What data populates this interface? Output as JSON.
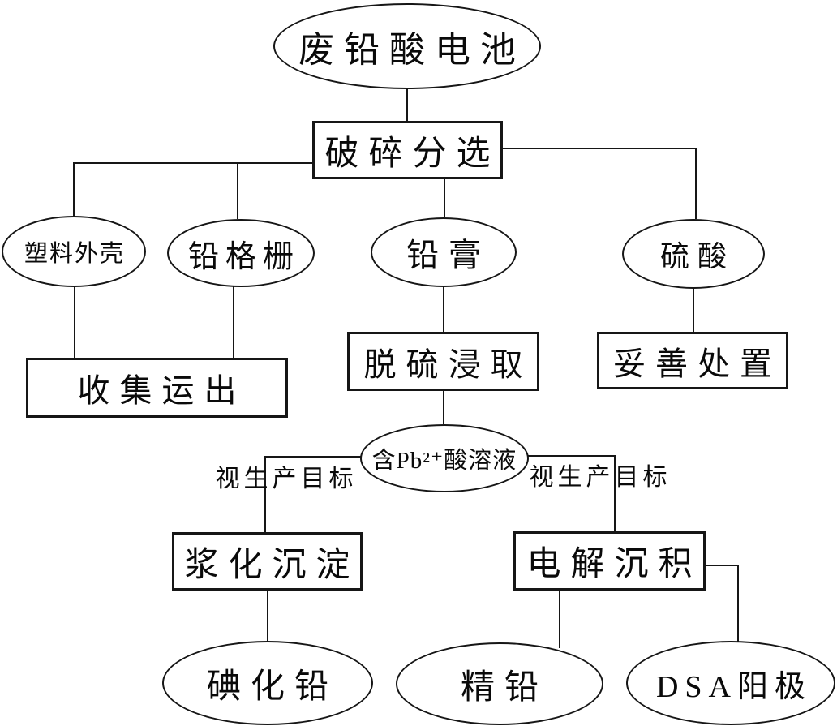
{
  "diagram": {
    "description": "Flowchart of waste lead-acid battery recycling process",
    "nodes": {
      "waste_battery": {
        "label": "废铅酸电池",
        "shape": "ellipse"
      },
      "crush_sort": {
        "label": "破碎分选",
        "shape": "rect"
      },
      "plastic_shell": {
        "label": "塑料外壳",
        "shape": "ellipse"
      },
      "lead_grid": {
        "label": "铅格栅",
        "shape": "ellipse"
      },
      "lead_paste": {
        "label": "铅膏",
        "shape": "ellipse"
      },
      "sulfuric_acid": {
        "label": "硫酸",
        "shape": "ellipse"
      },
      "collect_transport": {
        "label": "收集运出",
        "shape": "rect"
      },
      "desulfurization_leaching": {
        "label": "脱硫浸取",
        "shape": "rect"
      },
      "proper_disposal": {
        "label": "妥善处置",
        "shape": "rect"
      },
      "pb_solution": {
        "label": "含Pb²⁺酸溶液",
        "shape": "ellipse"
      },
      "slurry_precipitation": {
        "label": "浆化沉淀",
        "shape": "rect"
      },
      "electrodeposition": {
        "label": "电解沉积",
        "shape": "rect"
      },
      "lead_iodide": {
        "label": "碘化铅",
        "shape": "ellipse"
      },
      "refined_lead": {
        "label": "精铅",
        "shape": "ellipse"
      },
      "dsa_anode": {
        "label": "DSA阳极",
        "shape": "ellipse"
      }
    },
    "edge_labels": {
      "left": "视生产目标",
      "right": "视生产目标"
    },
    "edges": [
      {
        "from": "waste_battery",
        "to": "crush_sort"
      },
      {
        "from": "crush_sort",
        "to": "plastic_shell"
      },
      {
        "from": "crush_sort",
        "to": "lead_grid"
      },
      {
        "from": "crush_sort",
        "to": "lead_paste"
      },
      {
        "from": "crush_sort",
        "to": "sulfuric_acid"
      },
      {
        "from": "plastic_shell",
        "to": "collect_transport"
      },
      {
        "from": "lead_grid",
        "to": "collect_transport"
      },
      {
        "from": "lead_paste",
        "to": "desulfurization_leaching"
      },
      {
        "from": "sulfuric_acid",
        "to": "proper_disposal"
      },
      {
        "from": "desulfurization_leaching",
        "to": "pb_solution"
      },
      {
        "from": "pb_solution",
        "to": "slurry_precipitation",
        "label": "视生产目标"
      },
      {
        "from": "pb_solution",
        "to": "electrodeposition",
        "label": "视生产目标"
      },
      {
        "from": "slurry_precipitation",
        "to": "lead_iodide"
      },
      {
        "from": "electrodeposition",
        "to": "refined_lead"
      },
      {
        "from": "electrodeposition",
        "to": "dsa_anode"
      }
    ],
    "colors": {
      "background": "#ffffff",
      "stroke": "#161616",
      "text": "#0a0a0a"
    }
  }
}
